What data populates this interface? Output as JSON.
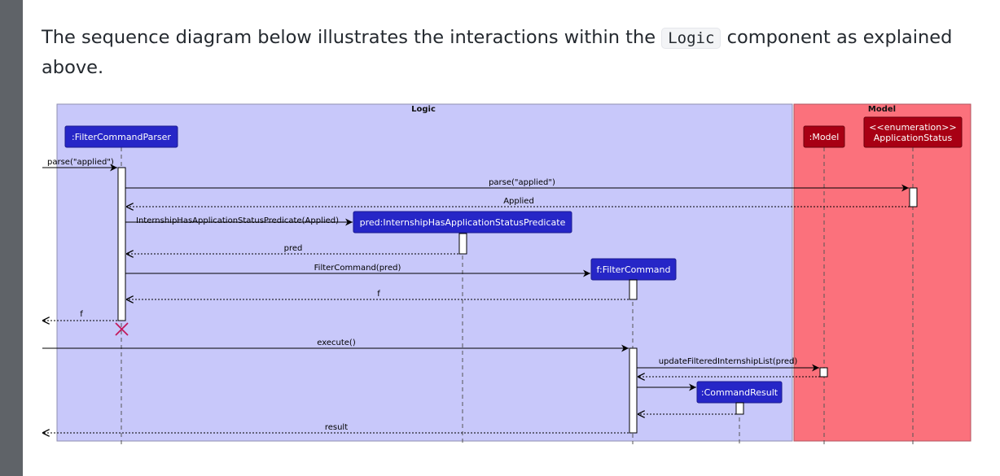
{
  "intro": {
    "before": "The sequence diagram below illustrates the interactions within the ",
    "code": "Logic",
    "after": " component as explained above."
  },
  "colors": {
    "logic_box": "#c8c8fa",
    "model_box": "#fb717c",
    "participant": "#2626c7",
    "model_participant": "#a80014"
  },
  "boxes": {
    "logic": "Logic",
    "model": "Model"
  },
  "participants": {
    "parser": ":FilterCommandParser",
    "model": ":Model",
    "status_stereotype": "<<enumeration>>",
    "status": "ApplicationStatus",
    "predicate": "pred:InternshipHasApplicationStatusPredicate",
    "filter_command": "f:FilterCommand",
    "command_result": ":CommandResult"
  },
  "messages": {
    "m1": "parse(\"applied\")",
    "m2": "parse(\"applied\")",
    "m3": "Applied",
    "m4": "InternshipHasApplicationStatusPredicate(Applied)",
    "m5": "pred",
    "m6": "FilterCommand(pred)",
    "m7": "f",
    "m8": "f",
    "m9": "execute()",
    "m10": "updateFilteredInternshipList(pred)",
    "m11": "result"
  },
  "icons": {
    "destroy": "destroy-x-icon"
  }
}
